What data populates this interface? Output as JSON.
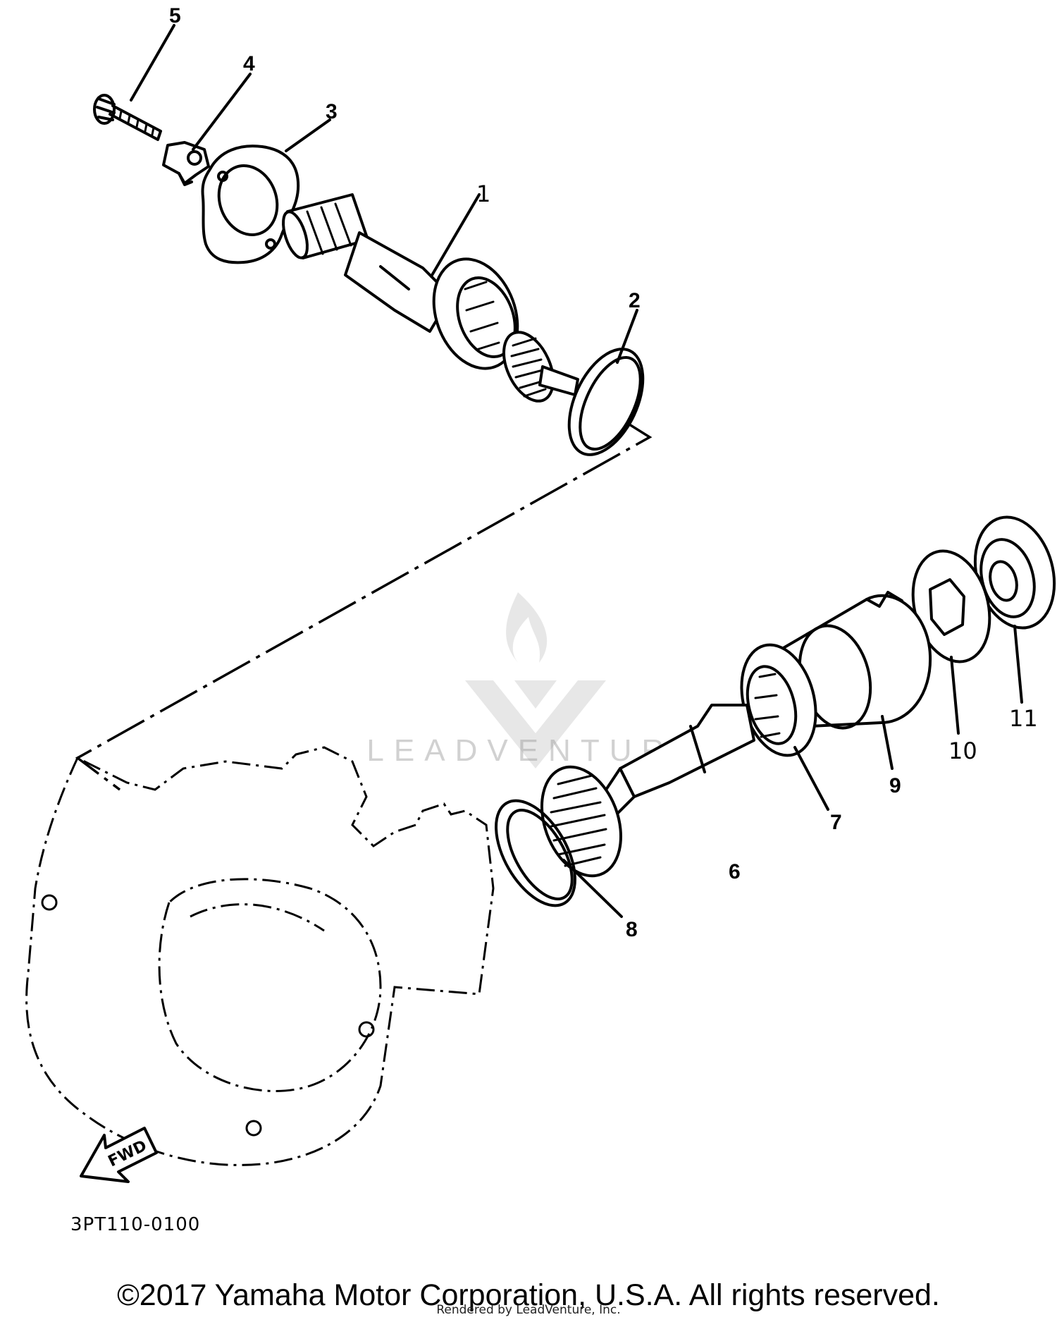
{
  "diagram": {
    "callouts": [
      {
        "id": "1",
        "label": "1"
      },
      {
        "id": "2",
        "label": "2"
      },
      {
        "id": "3",
        "label": "3"
      },
      {
        "id": "4",
        "label": "4"
      },
      {
        "id": "5",
        "label": "5"
      },
      {
        "id": "6",
        "label": "6"
      },
      {
        "id": "7",
        "label": "7"
      },
      {
        "id": "8",
        "label": "8"
      },
      {
        "id": "9",
        "label": "9"
      },
      {
        "id": "10",
        "label": "10"
      },
      {
        "id": "11",
        "label": "11"
      }
    ],
    "fwd_label": "FWD",
    "drawing_code": "3PT110-0100"
  },
  "watermark": {
    "text": "LEADVENTURE"
  },
  "footer": {
    "copyright": "©2017 Yamaha Motor Corporation, U.S.A. All rights reserved.",
    "rendered_by": "Rendered by LeadVenture, Inc."
  }
}
